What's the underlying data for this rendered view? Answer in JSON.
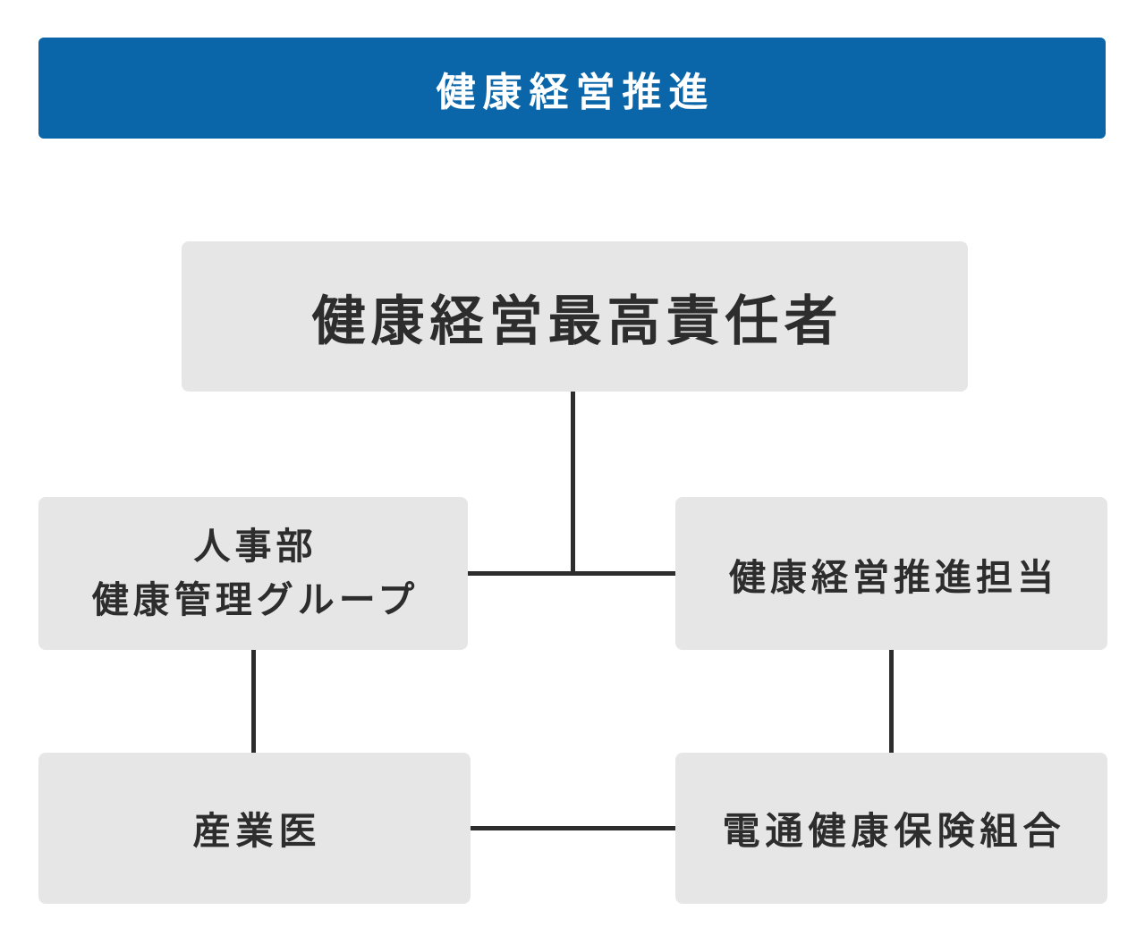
{
  "colors": {
    "header_bg": "#0a66a8",
    "header_text": "#ffffff",
    "box_bg": "#e6e6e6",
    "box_text": "#2d2d2d",
    "connector": "#2d2d2d",
    "page_bg": "#ffffff"
  },
  "header": {
    "title": "健康経営推進"
  },
  "org_chart": {
    "nodes": [
      {
        "id": "chief",
        "label": "健康経営最高責任者"
      },
      {
        "id": "hr-health-group",
        "lines": {
          "0": "人事部",
          "1": "健康管理グループ"
        }
      },
      {
        "id": "promotion-staff",
        "label": "健康経営推進担当"
      },
      {
        "id": "occupational-physician",
        "label": "産業医"
      },
      {
        "id": "insurance-union",
        "label": "電通健康保険組合"
      }
    ],
    "edges": [
      {
        "from": "chief",
        "to": "hr-health-group"
      },
      {
        "from": "chief",
        "to": "promotion-staff"
      },
      {
        "from": "hr-health-group",
        "to": "occupational-physician"
      },
      {
        "from": "promotion-staff",
        "to": "insurance-union"
      },
      {
        "from": "occupational-physician",
        "to": "insurance-union"
      }
    ]
  }
}
